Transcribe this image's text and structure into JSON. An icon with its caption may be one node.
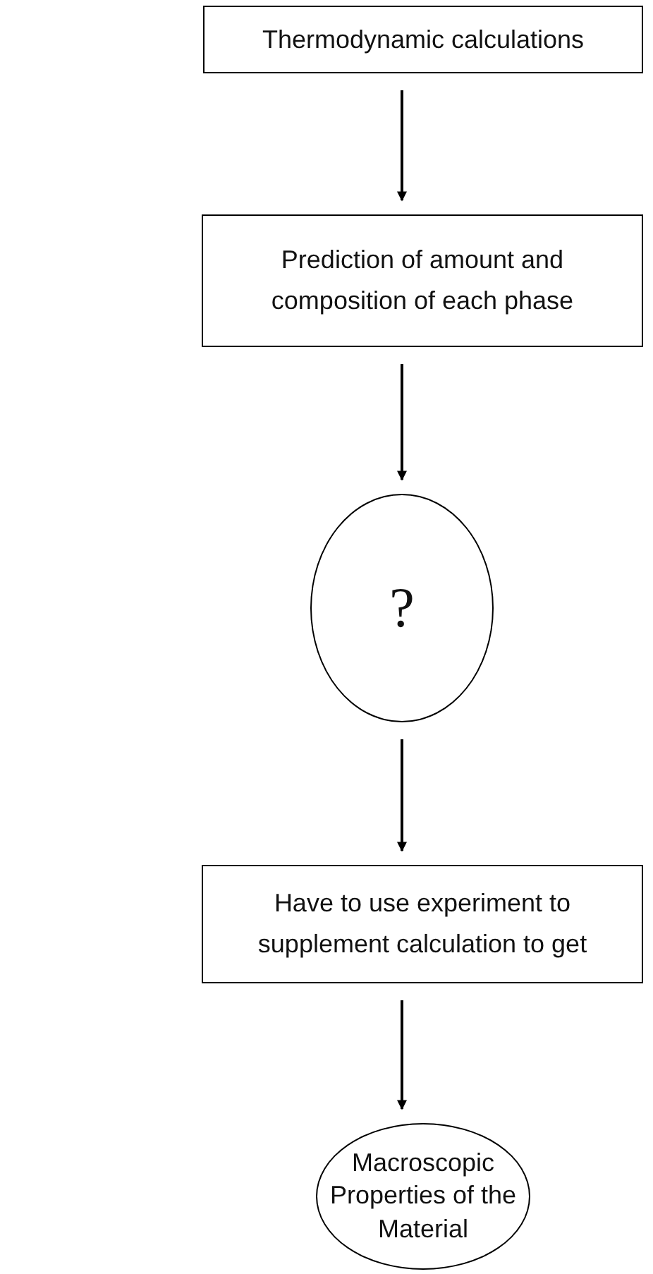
{
  "diagram": {
    "nodes": [
      {
        "text": [
          "Thermodynamic calculations"
        ]
      },
      {
        "text": [
          "Prediction of amount and composition of each phase"
        ]
      },
      {
        "text": [
          "?"
        ]
      },
      {
        "text": [
          "Have to use experiment to supplement calculation to get"
        ]
      },
      {
        "text": [
          "Macroscopic Properties of the Material"
        ]
      }
    ],
    "edges": [
      {
        "from": 0,
        "to": 1,
        "arrow": "to"
      },
      {
        "from": 1,
        "to": 2,
        "arrow": "to"
      },
      {
        "from": 2,
        "to": 3,
        "arrow": "to"
      },
      {
        "from": 3,
        "to": 4,
        "arrow": "to"
      }
    ]
  }
}
